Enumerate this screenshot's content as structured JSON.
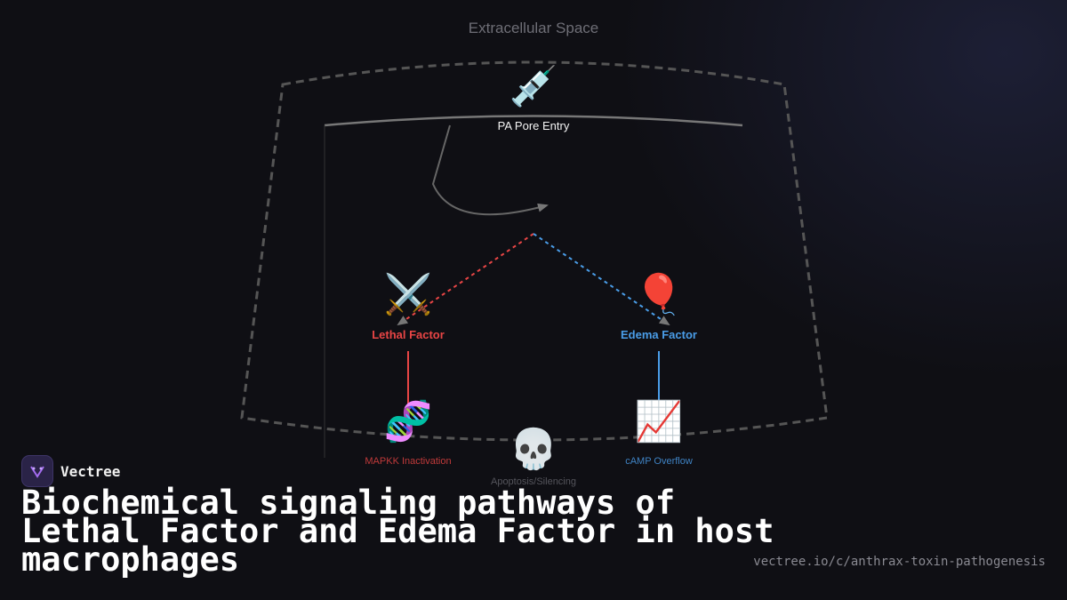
{
  "diagram": {
    "region_label": "Extracellular Space",
    "nodes": {
      "pa": {
        "emoji": "💉",
        "label": "PA Pore Entry"
      },
      "lf": {
        "emoji": "⚔️",
        "label": "Lethal Factor"
      },
      "ef": {
        "emoji": "🎈",
        "label": "Edema Factor"
      },
      "mapkk": {
        "emoji": "🧬",
        "label": "MAPKK Inactivation"
      },
      "apoptosis": {
        "emoji": "💀",
        "label": "Apoptosis/Silencing"
      },
      "camp": {
        "emoji": "📈",
        "label": "cAMP Overflow"
      }
    },
    "colors": {
      "lethal": "#e84545",
      "edema": "#4a9de8",
      "membrane": "#555555",
      "neutral": "#777777"
    }
  },
  "brand": {
    "name": "Vectree"
  },
  "title": "Biochemical signaling pathways of Lethal Factor and Edema Factor in host macrophages",
  "url": "vectree.io/c/anthrax-toxin-pathogenesis"
}
